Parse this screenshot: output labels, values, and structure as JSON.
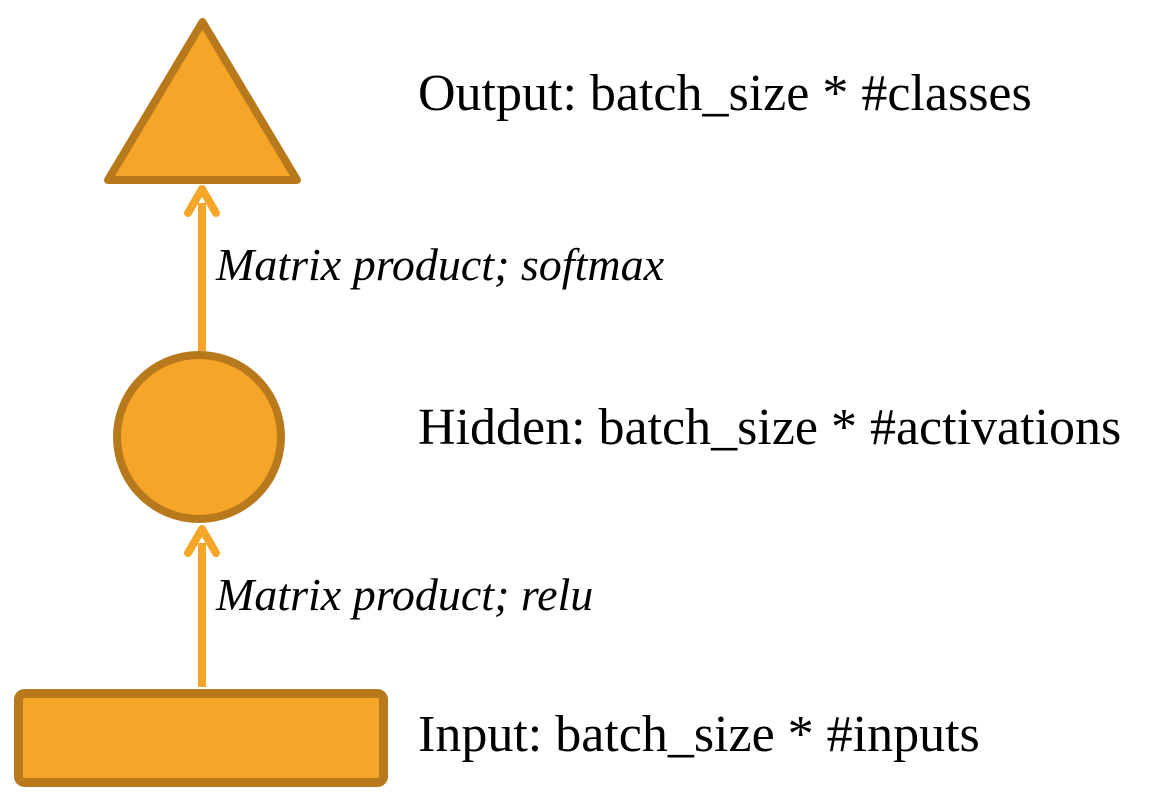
{
  "diagram": {
    "type": "neural-network-layer-diagram",
    "nodes": [
      {
        "id": "output",
        "shape": "triangle",
        "label": "Output: batch_size * #classes"
      },
      {
        "id": "hidden",
        "shape": "circle",
        "label": "Hidden: batch_size * #activations"
      },
      {
        "id": "input",
        "shape": "rectangle",
        "label": "Input: batch_size * #inputs"
      }
    ],
    "edges": [
      {
        "from": "hidden",
        "to": "output",
        "label": "Matrix product; softmax"
      },
      {
        "from": "input",
        "to": "hidden",
        "label": "Matrix product; relu"
      }
    ]
  },
  "colors": {
    "node_fill": "#F5A527",
    "node_stroke": "#B8791C",
    "arrow": "#F5A527",
    "text": "#000000",
    "background": "#FFFFFF"
  }
}
